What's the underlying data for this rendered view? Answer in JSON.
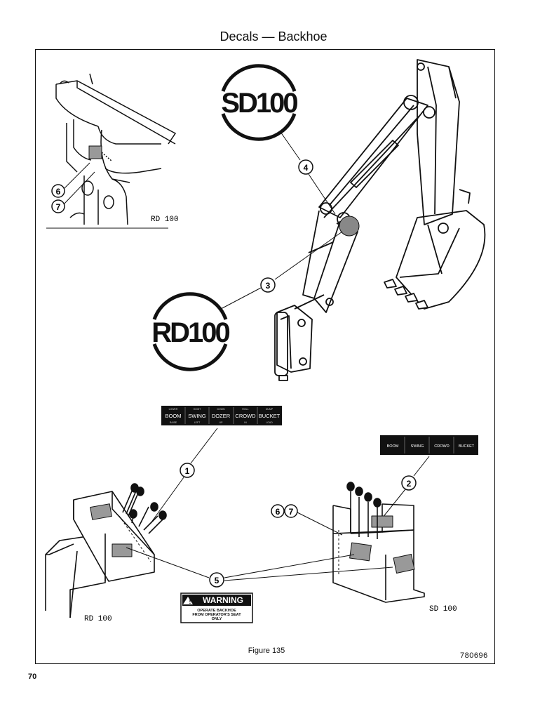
{
  "page": {
    "title": "Decals — Backhoe",
    "figure_caption": "Figure 135",
    "figure_code": "780696",
    "page_number": "70"
  },
  "logos": {
    "sd": "SD100",
    "rd": "RD100"
  },
  "callouts": {
    "c1": "1",
    "c2": "2",
    "c3": "3",
    "c4": "4",
    "c5": "5",
    "c6a": "6",
    "c7a": "7",
    "c6b": "6",
    "c7b": "7"
  },
  "model_labels": {
    "inset": "RD 100",
    "rd_console": "RD 100",
    "sd_console": "SD 100"
  },
  "rd_decal": {
    "top_labels": [
      "LOWER",
      "HOIST",
      "DOWN",
      "ROLL",
      "DUMP"
    ],
    "labels": [
      "BOOM",
      "SWING",
      "DOZER",
      "CROWD",
      "BUCKET"
    ],
    "bottom_labels": [
      "RAISE",
      "LEFT",
      "UP",
      "IN",
      "LOAD"
    ]
  },
  "sd_decal": {
    "labels": [
      "BOOM",
      "SWING",
      "CROWD",
      "BUCKET"
    ]
  },
  "warning": {
    "title": "WARNING",
    "lines": [
      "OPERATE BACKHOE",
      "FROM OPERATOR'S SEAT",
      "ONLY"
    ]
  }
}
